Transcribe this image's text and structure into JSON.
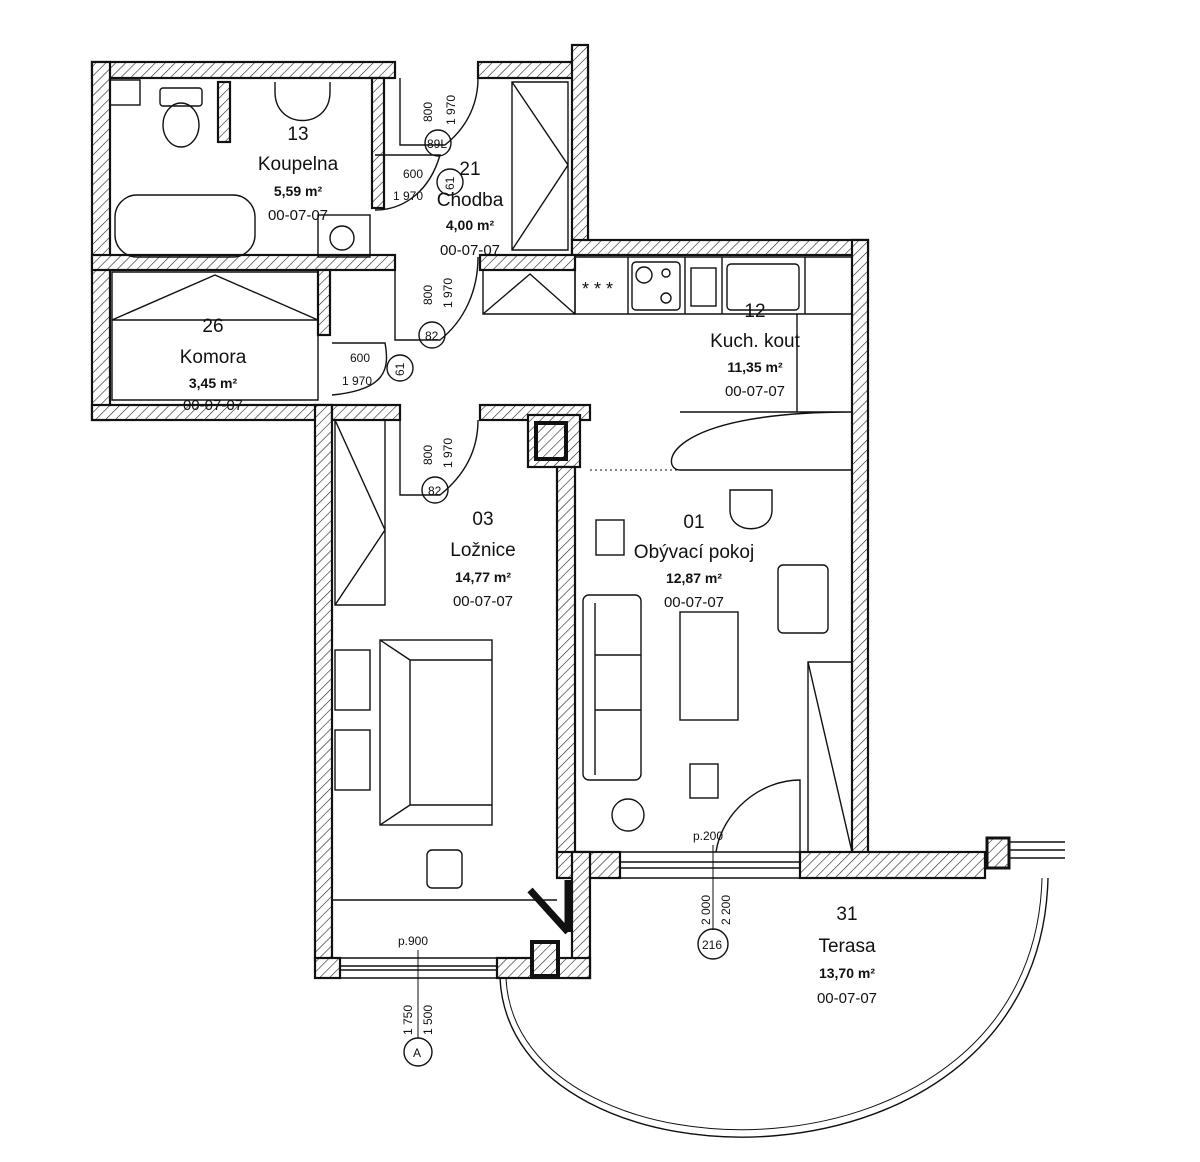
{
  "rooms": [
    {
      "number": "13",
      "name": "Koupelna",
      "area": "5,59 m²",
      "code": "00-07-07"
    },
    {
      "number": "21",
      "name": "Chodba",
      "area": "4,00 m²",
      "code": "00-07-07"
    },
    {
      "number": "26",
      "name": "Komora",
      "area": "3,45 m²",
      "code": "00-07-07"
    },
    {
      "number": "12",
      "name": "Kuch. kout",
      "area": "11,35 m²",
      "code": "00-07-07"
    },
    {
      "number": "03",
      "name": "Ložnice",
      "area": "14,77 m²",
      "code": "00-07-07"
    },
    {
      "number": "01",
      "name": "Obývací pokoj",
      "area": "12,87 m²",
      "code": "00-07-07"
    },
    {
      "number": "31",
      "name": "Terasa",
      "area": "13,70 m²",
      "code": "00-07-07"
    }
  ],
  "doors": [
    {
      "tag": "89L",
      "width": "800",
      "height": "1 970"
    },
    {
      "tag": "61",
      "width": "600",
      "height": "1 970"
    },
    {
      "tag": "82",
      "width": "800",
      "height": "1 970"
    },
    {
      "tag": "61",
      "width": "600",
      "height": "1 970"
    },
    {
      "tag": "82",
      "width": "800",
      "height": "1 970"
    },
    {
      "tag": "216",
      "width": "2 000",
      "height": "2 200",
      "sill": "p.200"
    }
  ],
  "windows": [
    {
      "tag": "A",
      "width": "1 750",
      "height": "1 500",
      "sill": "p.900"
    }
  ],
  "kitchen_symbols": "* * *"
}
